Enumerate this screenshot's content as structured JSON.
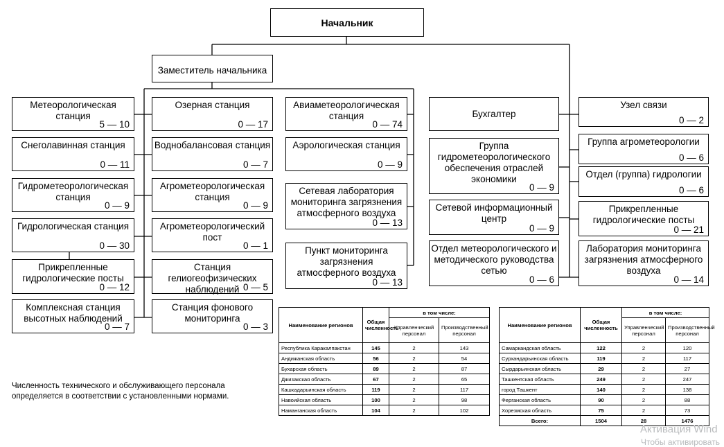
{
  "chief": "Начальник",
  "deputy": "Заместитель начальника",
  "col1": [
    {
      "label": "Метеорологическая станция",
      "range": "5 — 10"
    },
    {
      "label": "Снеголавинная станция",
      "range": "0 — 11"
    },
    {
      "label": "Гидрометеорологическая станция",
      "range": "0 — 9"
    },
    {
      "label": "Гидрологическая станция",
      "range": "0 — 30"
    },
    {
      "label": "Прикрепленные гидрологические посты",
      "range": "0 — 12"
    },
    {
      "label": "Комплексная станция высотных наблюдений",
      "range": "0 — 7"
    }
  ],
  "col2": [
    {
      "label": "Озерная станция",
      "range": "0 — 17"
    },
    {
      "label": "Воднобалансовая станция",
      "range": "0 — 7"
    },
    {
      "label": "Агрометеорологическая станция",
      "range": "0 — 9"
    },
    {
      "label": "Агрометеорологический пост",
      "range": "0 — 1"
    },
    {
      "label": "Станция гелиогеофизических наблюдений",
      "range": "0 — 5"
    },
    {
      "label": "Станция фонового мониторинга",
      "range": "0 — 3"
    }
  ],
  "col3": [
    {
      "label": "Авиаметеорологическая станция",
      "range": "0 — 74"
    },
    {
      "label": "Аэрологическая станция",
      "range": "0 — 9"
    },
    {
      "label": "Сетевая лаборатория мониторинга загрязнения атмосферного воздуха",
      "range": "0 — 13"
    },
    {
      "label": "Пункт мониторинга загрязнения атмосферного воздуха",
      "range": "0 — 13"
    }
  ],
  "col4": [
    {
      "label": "Бухгалтер",
      "range": ""
    },
    {
      "label": "Группа гидрометеорологического обеспечения отраслей экономики",
      "range": "0 — 9"
    },
    {
      "label": "Сетевой информационный центр",
      "range": "0 — 9"
    },
    {
      "label": "Отдел метеорологического и методического руководства сетью",
      "range": "0 — 6"
    }
  ],
  "col5": [
    {
      "label": "Узел связи",
      "range": "0 — 2"
    },
    {
      "label": "Группа агрометеорологии",
      "range": "0 — 6"
    },
    {
      "label": "Отдел (группа) гидрологии",
      "range": "0 — 6"
    },
    {
      "label": "Прикрепленные гидрологические посты",
      "range": "0 — 21"
    },
    {
      "label": "Лаборатория мониторинга загрязнения атмосферного воздуха",
      "range": "0 — 14"
    }
  ],
  "note": "Численность технического и обслуживающего персонала определяется в соответствии с установленными нормами.",
  "table_headers": {
    "region": "Наименование регионов",
    "total": "Общая численность",
    "incl": "в том числе:",
    "mgmt": "Управленческий персонал",
    "prod": "Производственный персонал"
  },
  "table1": [
    {
      "name": "Республика Каракалпакстан",
      "total": "145",
      "mgmt": "2",
      "prod": "143"
    },
    {
      "name": "Андижанская область",
      "total": "56",
      "mgmt": "2",
      "prod": "54"
    },
    {
      "name": "Бухарская область",
      "total": "89",
      "mgmt": "2",
      "prod": "87"
    },
    {
      "name": "Джизакская область",
      "total": "67",
      "mgmt": "2",
      "prod": "65"
    },
    {
      "name": "Кашкадарьинская область",
      "total": "119",
      "mgmt": "2",
      "prod": "117"
    },
    {
      "name": "Навоийская область",
      "total": "100",
      "mgmt": "2",
      "prod": "98"
    },
    {
      "name": "Наманганская область",
      "total": "104",
      "mgmt": "2",
      "prod": "102"
    }
  ],
  "table2": [
    {
      "name": "Самаркандская область",
      "total": "122",
      "mgmt": "2",
      "prod": "120"
    },
    {
      "name": "Сурхандарьинская область",
      "total": "119",
      "mgmt": "2",
      "prod": "117"
    },
    {
      "name": "Сырдарьинская область",
      "total": "29",
      "mgmt": "2",
      "prod": "27"
    },
    {
      "name": "Ташкентская область",
      "total": "249",
      "mgmt": "2",
      "prod": "247"
    },
    {
      "name": "город Ташкент",
      "total": "140",
      "mgmt": "2",
      "prod": "138"
    },
    {
      "name": "Ферганская область",
      "total": "90",
      "mgmt": "2",
      "prod": "88"
    },
    {
      "name": "Хорезмская область",
      "total": "75",
      "mgmt": "2",
      "prod": "73"
    }
  ],
  "table2_total": {
    "name": "Всего:",
    "total": "1504",
    "mgmt": "28",
    "prod": "1476"
  },
  "watermark": {
    "line1": "Активация Wind",
    "line2": "Чтобы активировать"
  }
}
